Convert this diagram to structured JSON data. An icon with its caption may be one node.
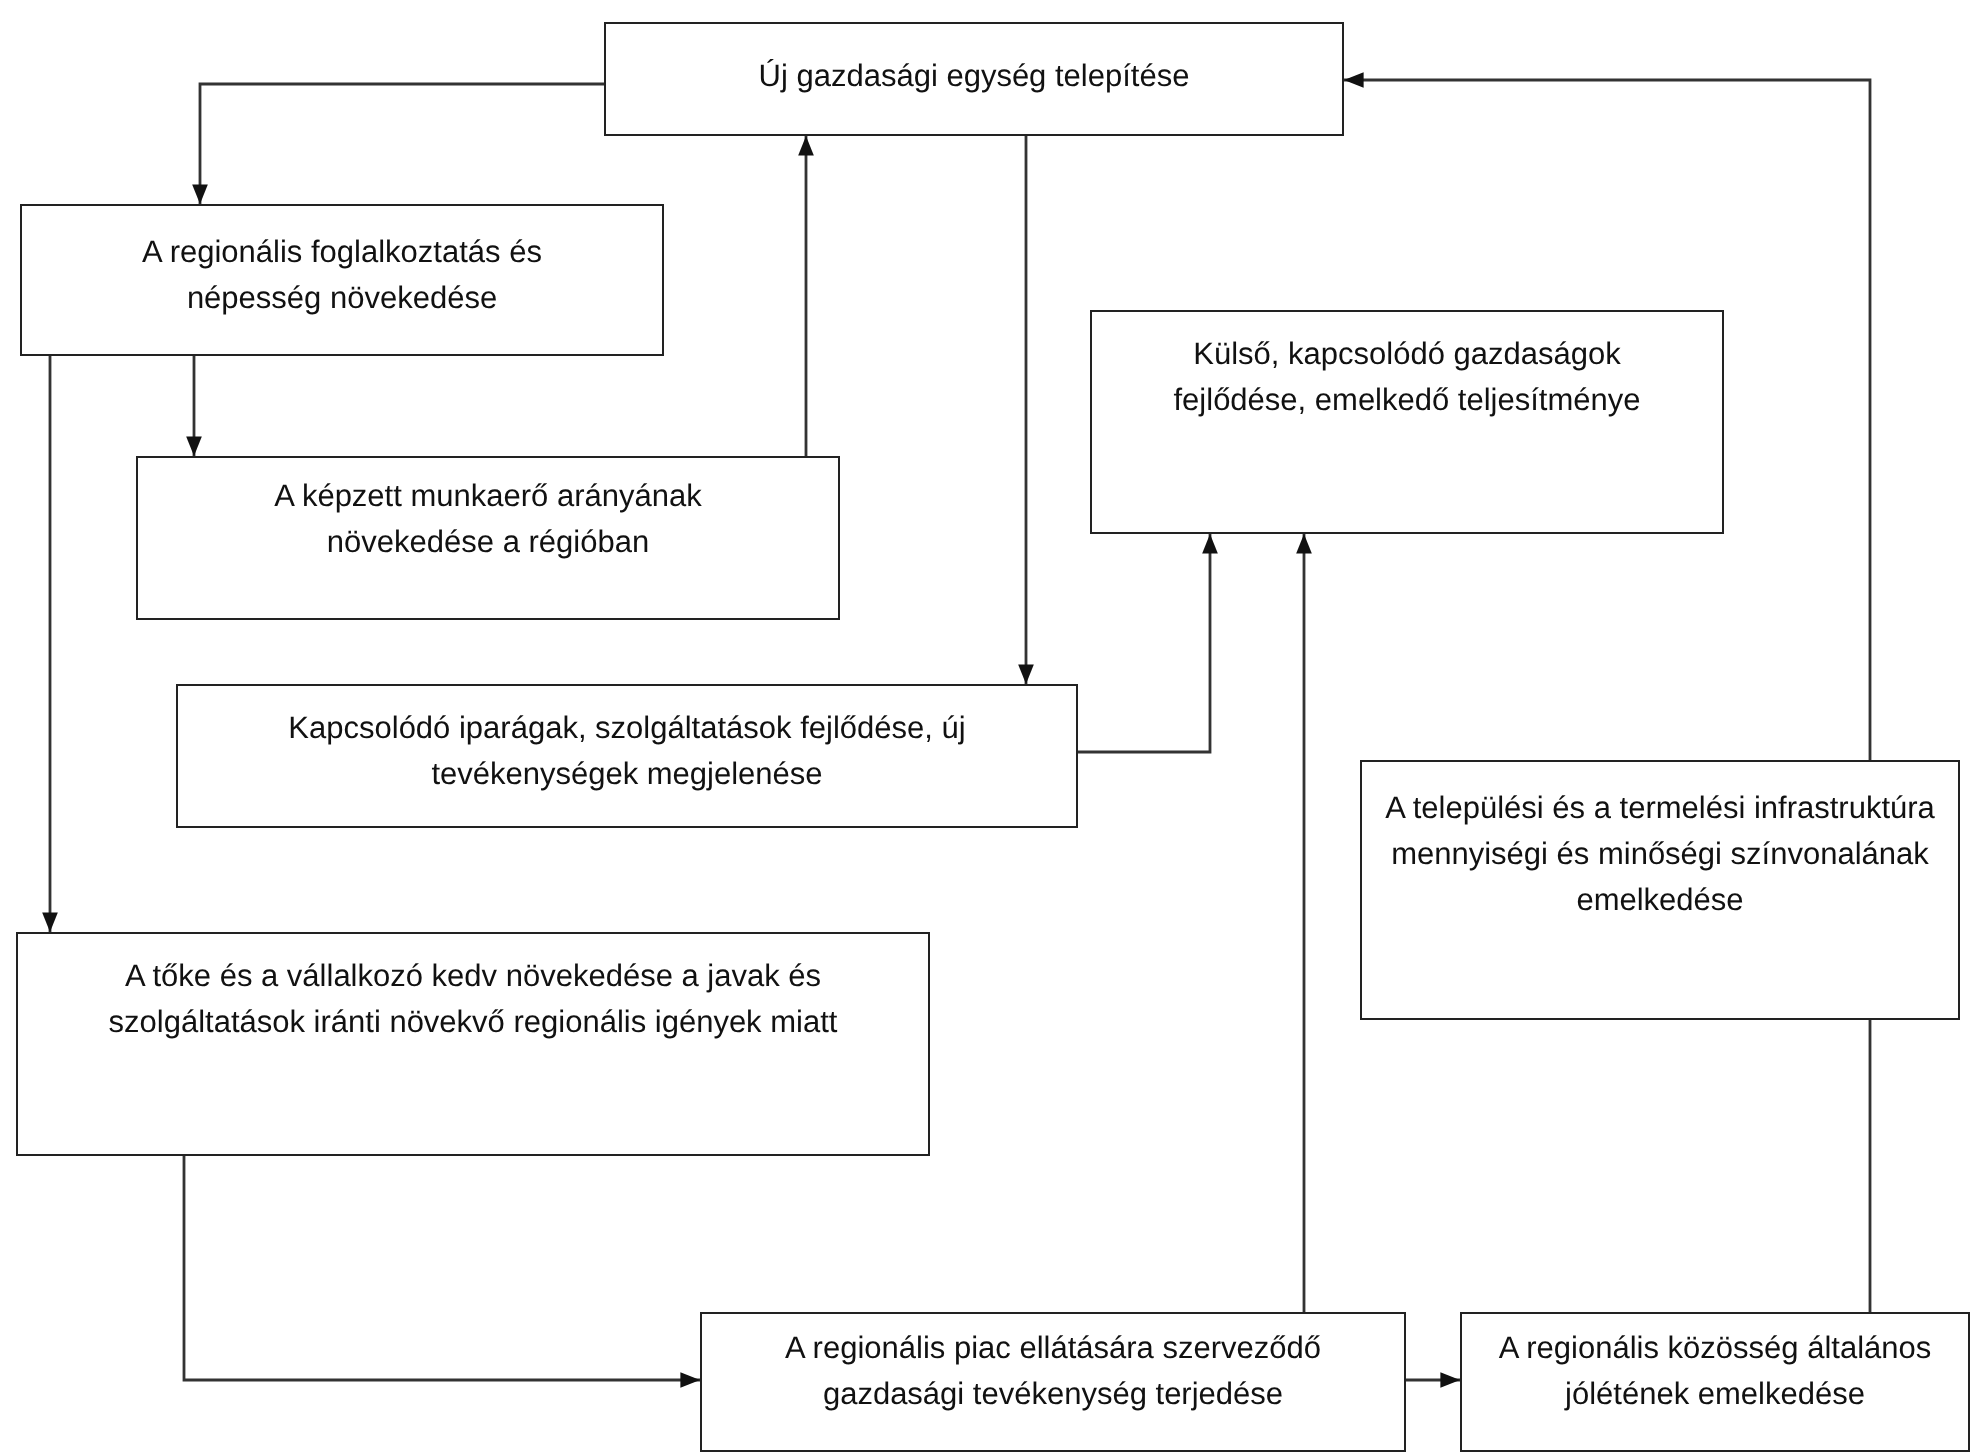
{
  "diagram": {
    "nodes": [
      {
        "text": [
          "Új gazdasági egység telepítése"
        ]
      },
      {
        "text": [
          "A regionális foglalkoztatás és népesség növekedése"
        ]
      },
      {
        "text": [
          "A képzett munkaerő arányának növekedése a régióban"
        ]
      },
      {
        "text": [
          "Külső, kapcsolódó gazdaságok fejlődése, emelkedő teljesítménye"
        ]
      },
      {
        "text": [
          "Kapcsolódó iparágak, szolgáltatások fejlődése, új tevékenységek megjelenése"
        ]
      },
      {
        "text": [
          "A települési és a termelési infrastruktúra mennyiségi és minőségi színvonalának emelkedése"
        ]
      },
      {
        "text": [
          "A tőke és a vállalkozó kedv növekedése a javak és szolgáltatások iránti növekvő regionális igények miatt"
        ]
      },
      {
        "text": [
          "A regionális piac ellátására szerveződő gazdasági tevékenység terjedése"
        ]
      },
      {
        "text": [
          "A regionális közösség általános jólétének emelkedése"
        ]
      }
    ],
    "edges": [
      {
        "from": 0,
        "to": 1,
        "arrow": "to"
      },
      {
        "from": 1,
        "to": 2,
        "arrow": "to"
      },
      {
        "from": 2,
        "to": 0,
        "arrow": "to"
      },
      {
        "from": 0,
        "to": 4,
        "arrow": "to"
      },
      {
        "from": 4,
        "to": 3,
        "arrow": "to"
      },
      {
        "from": 1,
        "to": 6,
        "arrow": "to"
      },
      {
        "from": 6,
        "to": 7,
        "arrow": "to"
      },
      {
        "from": 7,
        "to": 3,
        "arrow": "to"
      },
      {
        "from": 7,
        "to": 8,
        "arrow": "to"
      },
      {
        "from": 8,
        "to": 5,
        "arrow": "none"
      },
      {
        "from": 5,
        "to": 0,
        "arrow": "to"
      }
    ]
  }
}
